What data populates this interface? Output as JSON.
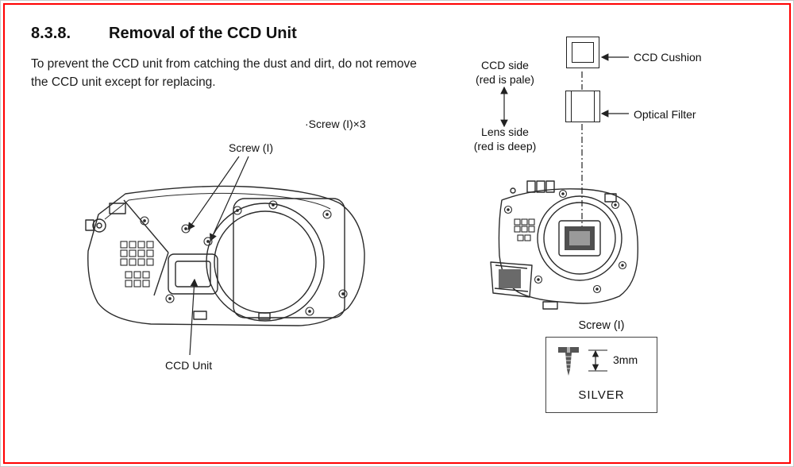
{
  "heading": {
    "number": "8.3.8.",
    "title": "Removal of the CCD Unit"
  },
  "intro_text": "To prevent the CCD unit from catching the dust and dirt, do not remove the CCD unit except for replacing.",
  "left_figure": {
    "screw_note": "·Screw (I)×3",
    "screw_label": "Screw (I)",
    "ccd_unit_label": "CCD Unit"
  },
  "right_figure": {
    "ccd_side": {
      "line1": "CCD side",
      "line2": "(red is pale)"
    },
    "lens_side": {
      "line1": "Lens side",
      "line2": "(red is deep)"
    },
    "ccd_cushion_label": "CCD Cushion",
    "optical_filter_label": "Optical Filter"
  },
  "screw_detail": {
    "title": "Screw (I)",
    "dimension_label": "3mm",
    "finish_label": "SILVER"
  },
  "colors": {
    "page_border": "#ff0000",
    "line_ink": "#2b2b2b"
  }
}
